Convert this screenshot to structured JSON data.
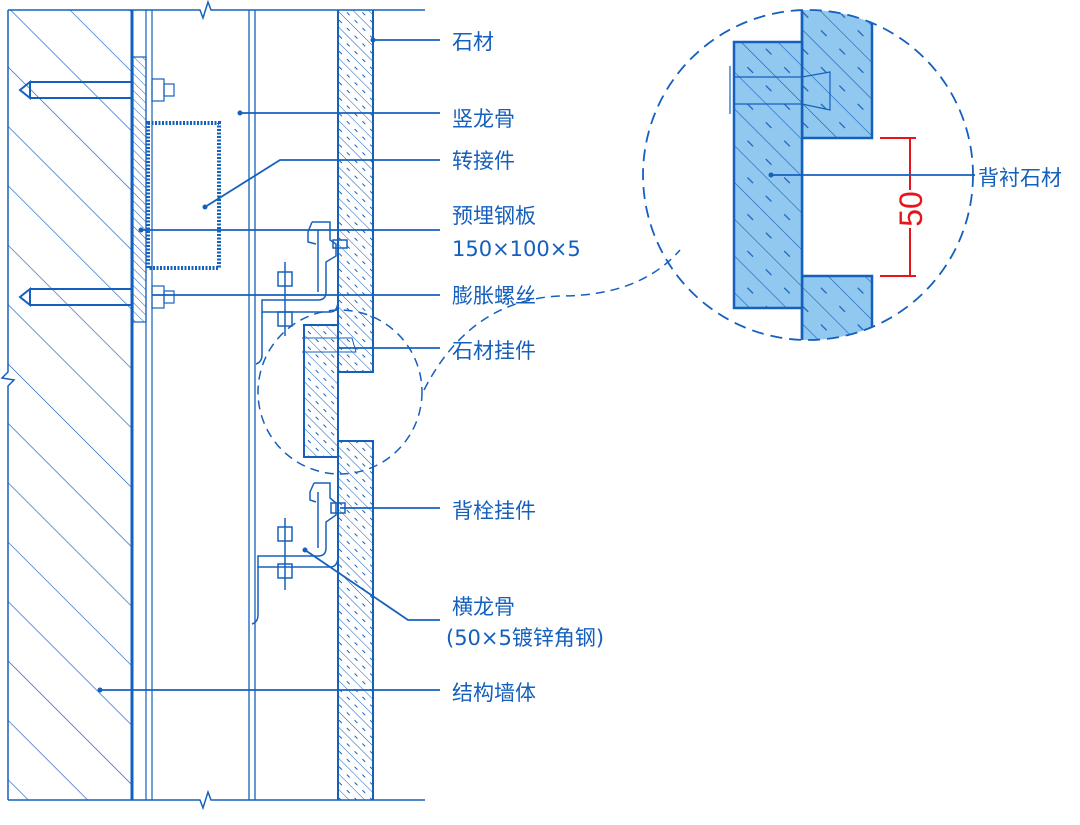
{
  "colors": {
    "line": "#1560bd",
    "fill_light": "#90c8f0",
    "dimension": "#e8141b"
  },
  "labels": {
    "stone": "石材",
    "vertical_keel": "竖龙骨",
    "adapter": "转接件",
    "embedded_plate": "预埋钢板",
    "embedded_plate_size": "150×100×5",
    "expansion_bolt": "膨胀螺丝",
    "stone_hanger": "石材挂件",
    "back_bolt_hanger": "背栓挂件",
    "horizontal_keel": "横龙骨",
    "horizontal_keel_spec": "(50×5镀锌角钢)",
    "structural_wall": "结构墙体",
    "backing_stone": "背衬石材"
  },
  "dimension": {
    "value": "50"
  }
}
